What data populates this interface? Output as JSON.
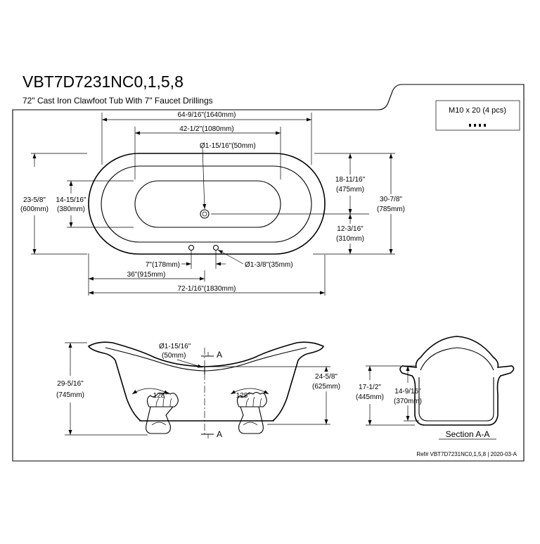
{
  "title": {
    "model": "VBT7D7231NC0,1,5,8",
    "subtitle": "72\" Cast Iron Clawfoot Tub With 7\" Faucet Drillings"
  },
  "hardware_box": {
    "label": "M10 x 20 (4 pcs)"
  },
  "top_view": {
    "overall_length_in": "64-9/16\"(1640mm)",
    "inner_length": "42-1/2\"(1080mm)",
    "drain_dia": "Ø1-15/16\"(50mm)",
    "left_outer_in": "23-5/8\"",
    "left_outer_mm": "(600mm)",
    "left_inner_in": "14-15/16\"",
    "left_inner_mm": "(380mm)",
    "right_upper_in": "18-11/16\"",
    "right_upper_mm": "(475mm)",
    "right_lower_in": "12-3/16\"",
    "right_lower_mm": "(310mm)",
    "right_total_in": "30-7/8\"",
    "right_total_mm": "(785mm)",
    "faucet_spacing": "7\"(178mm)",
    "faucet_hole_dia": "Ø1-3/8\"(35mm)",
    "center_offset": "36\"(915mm)",
    "total_length": "72-1/16\"(1830mm)"
  },
  "side_view": {
    "drain_dia_in": "Ø1-15/16\"",
    "drain_dia_mm": "(50mm)",
    "section_marker": "A",
    "height_in": "29-5/16\"",
    "height_mm": "(745mm)",
    "rim_height_in": "24-5/8\"",
    "rim_height_mm": "(625mm)",
    "angle_left": "128°",
    "angle_right": "128°"
  },
  "section_view": {
    "outer_height_in": "17-1/2\"",
    "outer_height_mm": "(445mm)",
    "inner_height_in": "14-9/16\"",
    "inner_height_mm": "(370mm)",
    "caption": "Section A-A"
  },
  "reference": "Ref# VBT7D7231NC0,1,5,8 | 2020-03-A"
}
